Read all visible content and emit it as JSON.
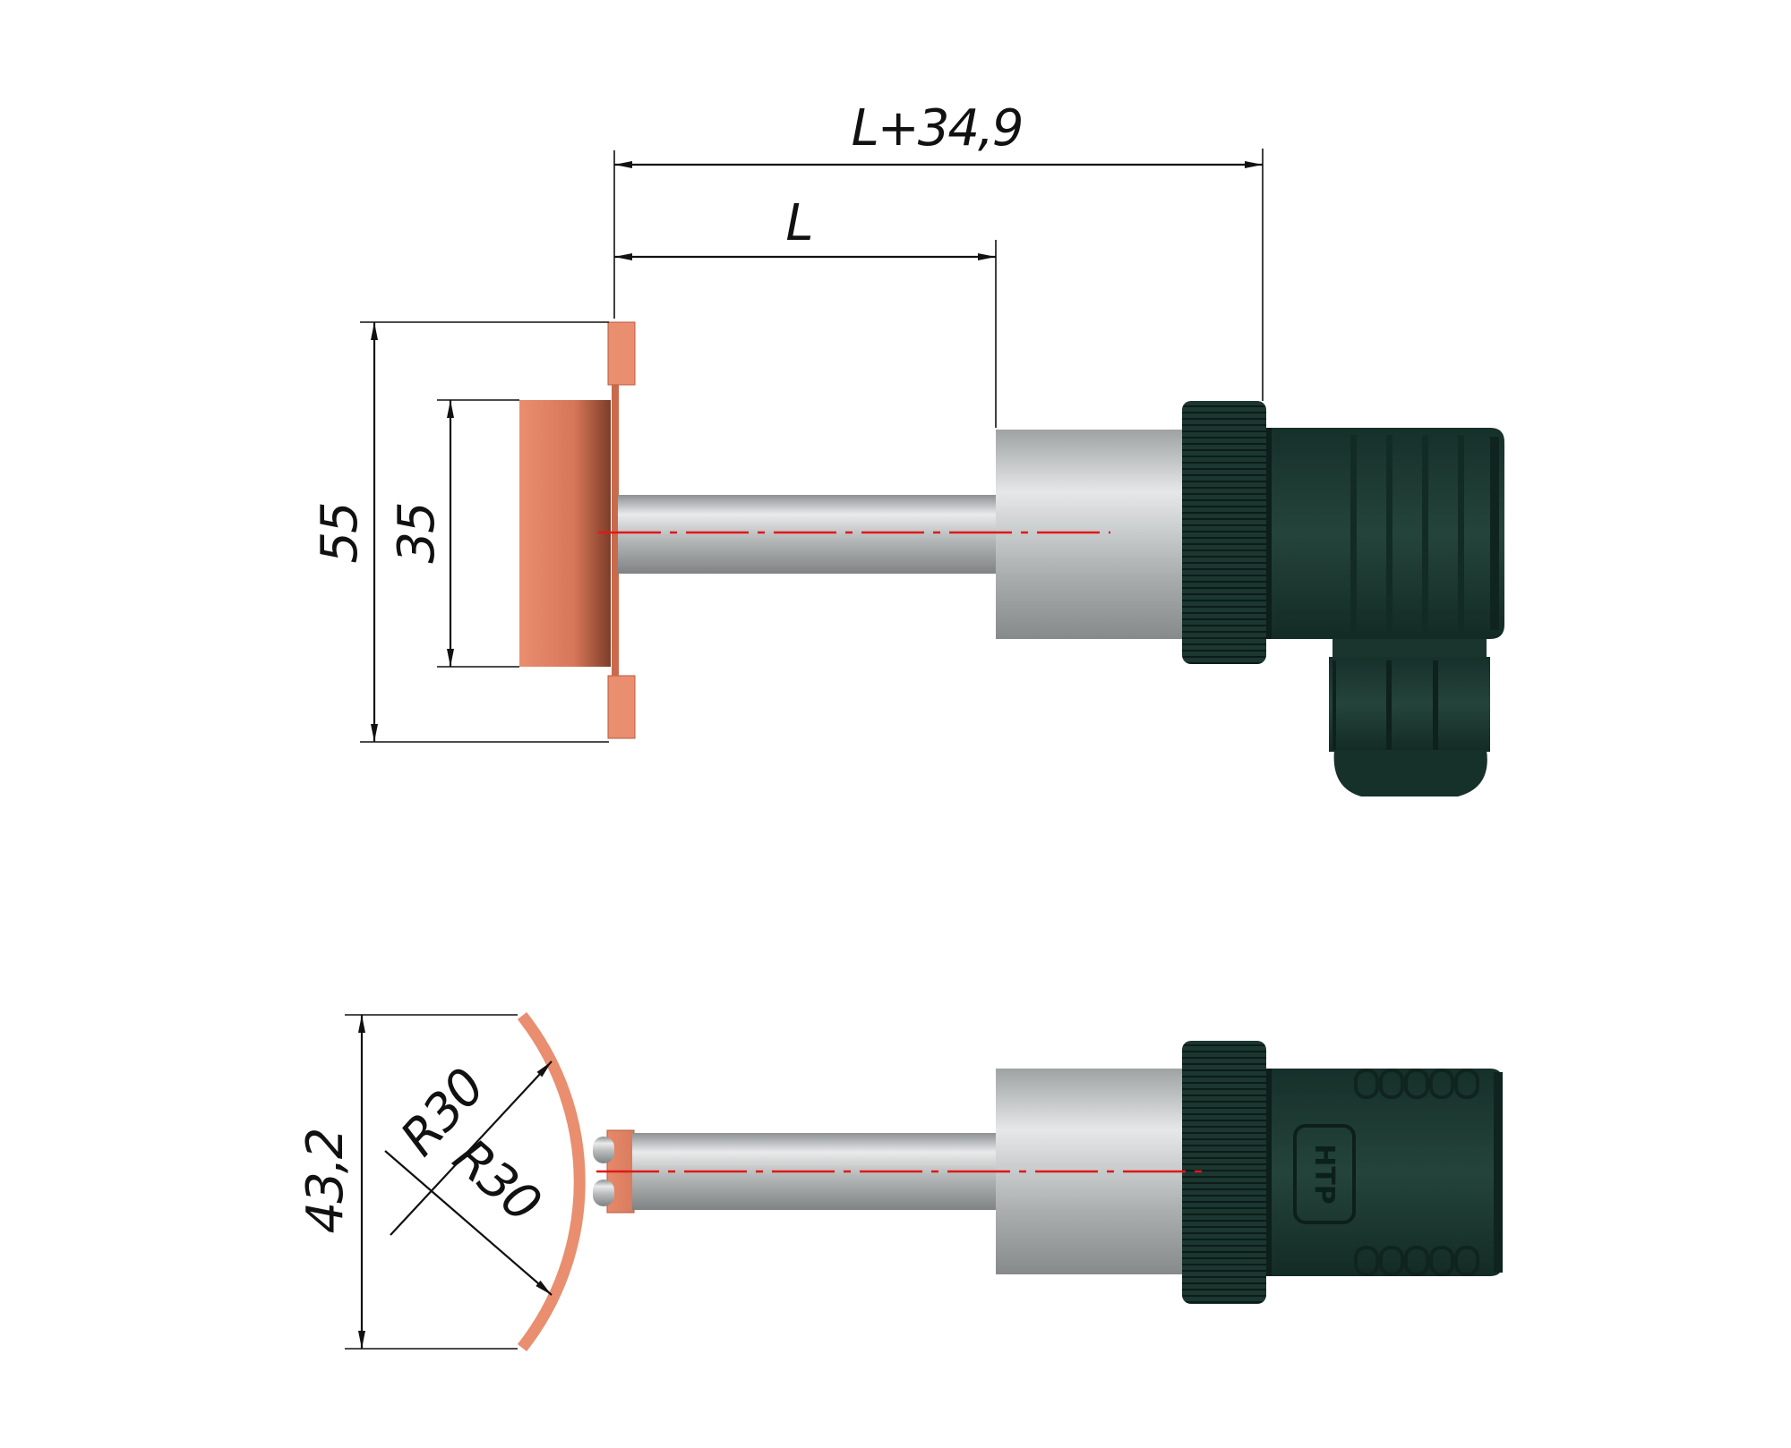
{
  "dimensions": {
    "overall_length": "L+34,9",
    "length": "L",
    "flange_height": "55",
    "plate_height": "35",
    "chord_height": "43,2",
    "radius_upper": "R30",
    "radius_lower": "R30"
  },
  "connector_mark": "НТР",
  "colors": {
    "copper": "#e98e6f",
    "steel": "#b6b9bb",
    "connector": "#1d3b33",
    "axis": "#e01818",
    "dimension": "#111111"
  }
}
